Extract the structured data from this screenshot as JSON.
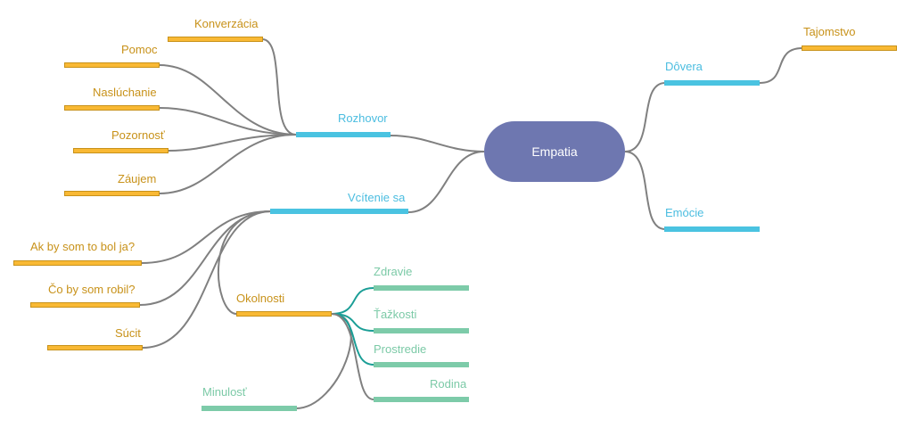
{
  "mindmap": {
    "root": {
      "label": "Empatia",
      "color": "#6e77b0"
    },
    "colors": {
      "level1": "#4ac3e1",
      "orange_fill": "#f9b934",
      "orange_border": "#c8921a",
      "green": "#7dcba9",
      "connector_gray": "#808080",
      "connector_teal": "#1b9e96"
    },
    "left_branches": [
      {
        "label": "Rozhovor",
        "children": [
          "Konverzácia",
          "Pomoc",
          "Naslúchanie",
          "Pozornosť",
          "Záujem"
        ]
      },
      {
        "label": "Vcítenie sa",
        "children": [
          {
            "label": "Ak by som to bol ja?"
          },
          {
            "label": "Čo by som robil?"
          },
          {
            "label": "Súcit"
          },
          {
            "label": "Okolnosti",
            "children": [
              "Zdravie",
              "Ťažkosti",
              "Prostredie",
              "Rodina"
            ]
          },
          {
            "label": "Minulosť"
          }
        ]
      }
    ],
    "right_branches": [
      {
        "label": "Dôvera",
        "children": [
          "Tajomstvo"
        ]
      },
      {
        "label": "Emócie",
        "children": []
      }
    ]
  }
}
